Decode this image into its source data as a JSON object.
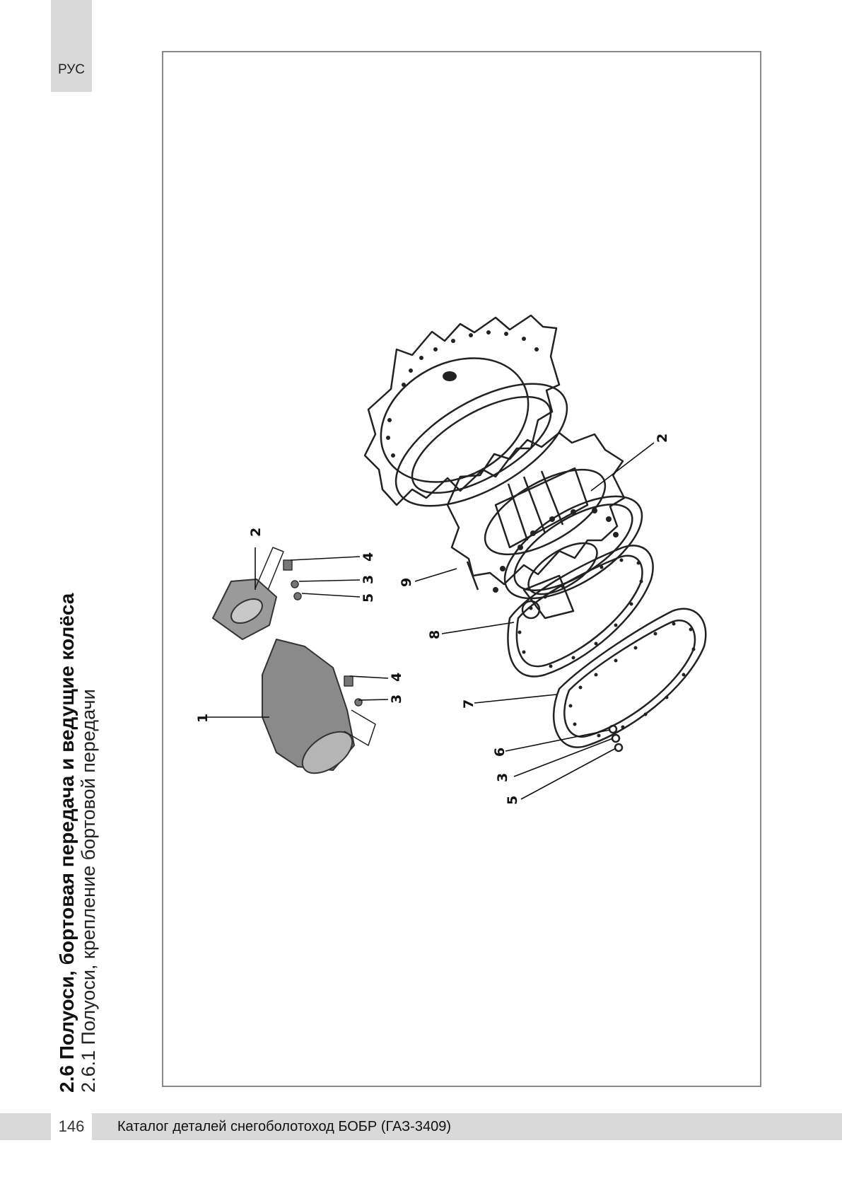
{
  "language_tab": "РУС",
  "section": {
    "title_number": "2.6",
    "title": "Полуоси, бортовая передача и ведущие колёса",
    "subtitle": "2.6.1 Полуоси, крепление бортовой передачи"
  },
  "footer": {
    "page_number": "146",
    "catalog_title": "Каталог деталей снегоболотоход БОБР (ГАЗ-3409)"
  },
  "callouts": {
    "c1": "1",
    "c2_left": "2",
    "c4_top": "4",
    "c3_top": "3",
    "c5_top": "5",
    "c4_mid": "4",
    "c3_mid": "3",
    "c2_right": "2",
    "c9": "9",
    "c8": "8",
    "c7": "7",
    "c6": "6",
    "c3_low": "3",
    "c5_low": "5"
  }
}
